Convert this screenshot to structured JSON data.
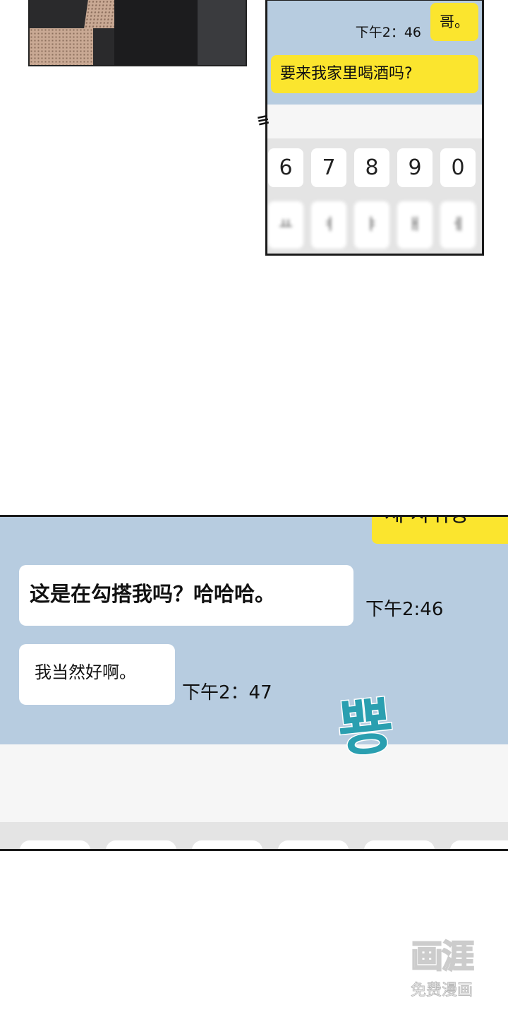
{
  "panel1": {
    "messages": [
      {
        "text": "哥。",
        "time": "下午2：46",
        "side": "right",
        "color": "#fbe52e"
      },
      {
        "text": "要来我家里喝酒吗?",
        "side": "right",
        "color": "#fbe52e"
      }
    ],
    "keyboard_row1": [
      "6",
      "7",
      "8",
      "9",
      "0"
    ],
    "keyboard_row2": [
      "ㅛ",
      "ㅕ",
      "ㅑ",
      "ㅐ",
      "ㅔ"
    ],
    "sfx": "≡"
  },
  "panel2": {
    "cropped_bubble": "세 자취방",
    "messages": [
      {
        "text": "这是在勾搭我吗？哈哈哈。",
        "time": "下午2:46",
        "side": "left"
      },
      {
        "text": "我当然好啊。",
        "time": "下午2：47",
        "side": "left"
      }
    ],
    "sfx": "뿅"
  },
  "colors": {
    "chat_bg": "#b7cce0",
    "my_bubble": "#fbe52e",
    "their_bubble": "#ffffff",
    "sfx": "#2a9fb0"
  },
  "watermark": {
    "logo": "画涯",
    "caption": "免费漫画"
  }
}
